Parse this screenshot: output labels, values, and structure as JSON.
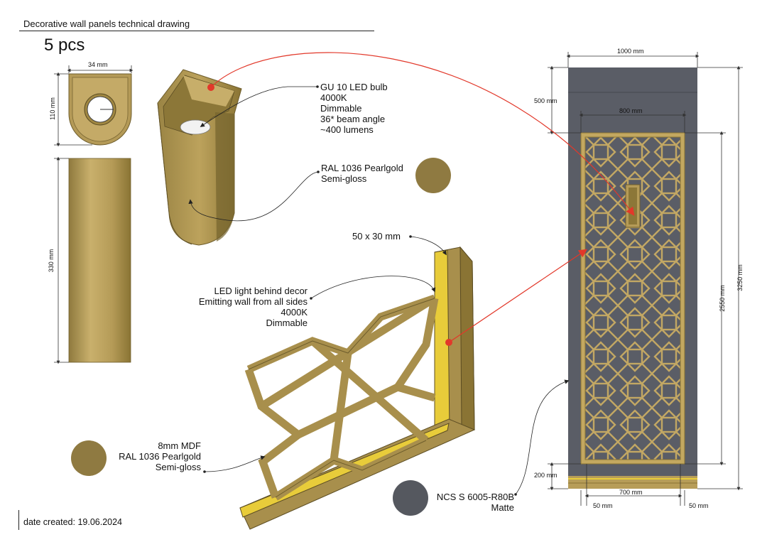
{
  "header": {
    "title": "Decorative wall panels technical drawing",
    "quantity": "5 pcs"
  },
  "lamp": {
    "dims": {
      "width": "34 mm",
      "height_top": "110 mm",
      "height_body": "330 mm"
    },
    "bulb_note": "GU 10 LED bulb\n4000K\nDimmable\n36* beam angle\n~400 lumens",
    "finish_note": "RAL 1036 Pearlgold\nSemi-gloss"
  },
  "decor": {
    "profile_note": "50 x 30 mm",
    "led_note": "LED light  behind decor\nEmitting wall from all sides\n4000K\nDimmable",
    "material_note": "8mm MDF\nRAL 1036 Pearlgold\nSemi-gloss"
  },
  "wall": {
    "color_note": "NCS S 6005-R80B\nMatte",
    "dims": {
      "total_width": "1000 mm",
      "panel_width": "800 mm",
      "top_offset": "500 mm",
      "panel_height": "2550 mm",
      "total_height": "3250 mm",
      "bottom_offset": "200 mm",
      "inner_width": "700 mm",
      "margin_left": "50 mm",
      "margin_right": "50 mm"
    }
  },
  "colors": {
    "gold": "#b39a55",
    "gold_light": "#c8b06a",
    "gold_dark": "#8a7434",
    "wall": "#5a5d66",
    "arrow": "#e2382a",
    "led": "#f2d63a"
  },
  "footer": {
    "date": "date created: 19.06.2024"
  }
}
